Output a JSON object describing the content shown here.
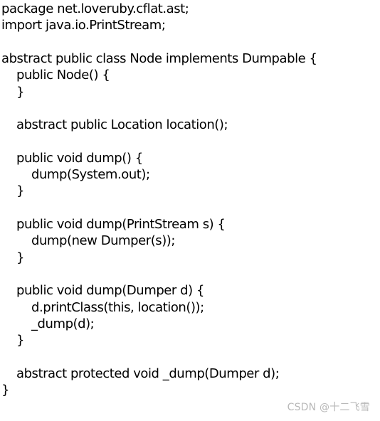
{
  "code": {
    "lines": [
      "package net.loveruby.cflat.ast;",
      "import java.io.PrintStream;",
      "",
      "abstract public class Node implements Dumpable {",
      "public Node() {",
      "}",
      "",
      "abstract public Location location();",
      "",
      "public void dump() {",
      "dump(System.out);",
      "}",
      "",
      "public void dump(PrintStream s) {",
      "dump(new Dumper(s));",
      "}",
      "",
      "public void dump(Dumper d) {",
      "d.printClass(this, location());",
      "_dump(d);",
      "}",
      "",
      "abstract protected void _dump(Dumper d);",
      "}"
    ]
  },
  "watermark": {
    "text": "CSDN @十二飞雪"
  }
}
